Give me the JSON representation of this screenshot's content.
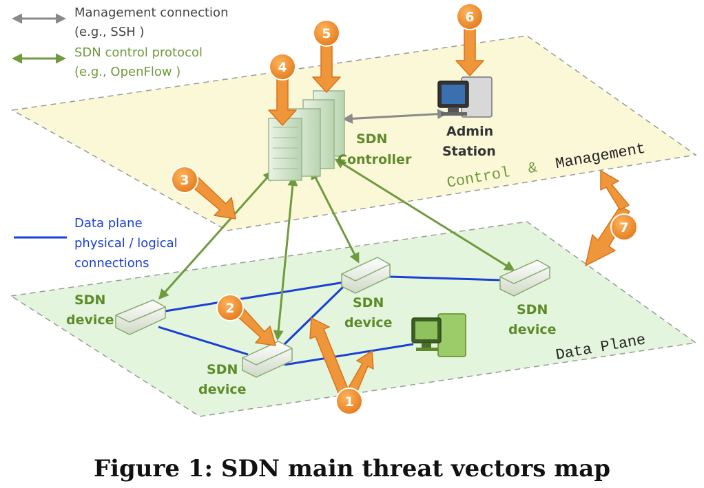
{
  "legend": {
    "management_line1": "Management connection",
    "management_line2": "(e.g., SSH )",
    "sdn_protocol_line1": "SDN control protocol",
    "sdn_protocol_line2": "(e.g., OpenFlow )",
    "data_plane_line1": "Data plane",
    "data_plane_line2": "physical / logical",
    "data_plane_line3": "connections"
  },
  "planes": {
    "control_word": "Control",
    "ampersand": "&",
    "management_word": "Management",
    "data_plane": "Data Plane"
  },
  "nodes": {
    "controller_line1": "SDN",
    "controller_line2": "Controller",
    "admin_line1": "Admin",
    "admin_line2": "Station",
    "device_line1": "SDN",
    "device_line2": "device"
  },
  "threat_vectors": [
    "1",
    "2",
    "3",
    "4",
    "5",
    "6",
    "7"
  ],
  "colors": {
    "management_arrow": "#8a8a8a",
    "sdn_arrow": "#6f9a3e",
    "data_link": "#1a3fd6",
    "threat_arrow": "#f0963a",
    "control_plane_fill": "#fbf8d8",
    "data_plane_fill": "#e3f5dc",
    "device_label": "#5e8a2a"
  },
  "caption": "Figure 1: SDN main threat vectors map"
}
